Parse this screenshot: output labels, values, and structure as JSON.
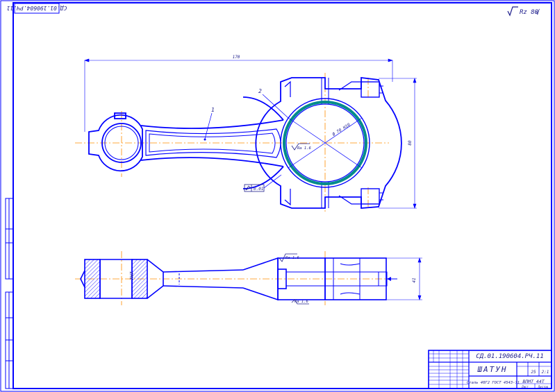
{
  "sheet": {
    "doc_code_rotated": "СД.01.190604.РЧ.11",
    "roughness_label": "Rz 80",
    "roughness_check": "√"
  },
  "top_view": {
    "dim_overall_length": "170",
    "dim_height": "80",
    "leader_1": "1",
    "leader_2": "2",
    "bore_dia": "Ø 70 H10",
    "rough_inner": "Ra 1.6",
    "tolerance_frame": "0.01"
  },
  "side_view": {
    "dim_width": "41",
    "rough_top": "Ra 1.6",
    "rough_bottom": "Ra 1.6",
    "small_end_label": "7Н7"
  },
  "title_block": {
    "doc_code": "СД.01.190604.РЧ.11",
    "part_name": "ШАТУН",
    "material": "Сталь 40Г2 ГОСТ 4543-71",
    "org": "ВПМТ 44Т",
    "mass": "25",
    "scale": "2:1",
    "sheet_label": "Лист",
    "sheets_label": "Листов"
  },
  "colors": {
    "outline": "#0000ff",
    "center": "#ff8c00",
    "bore": "#008b8b",
    "text": "#1e1e8c"
  }
}
